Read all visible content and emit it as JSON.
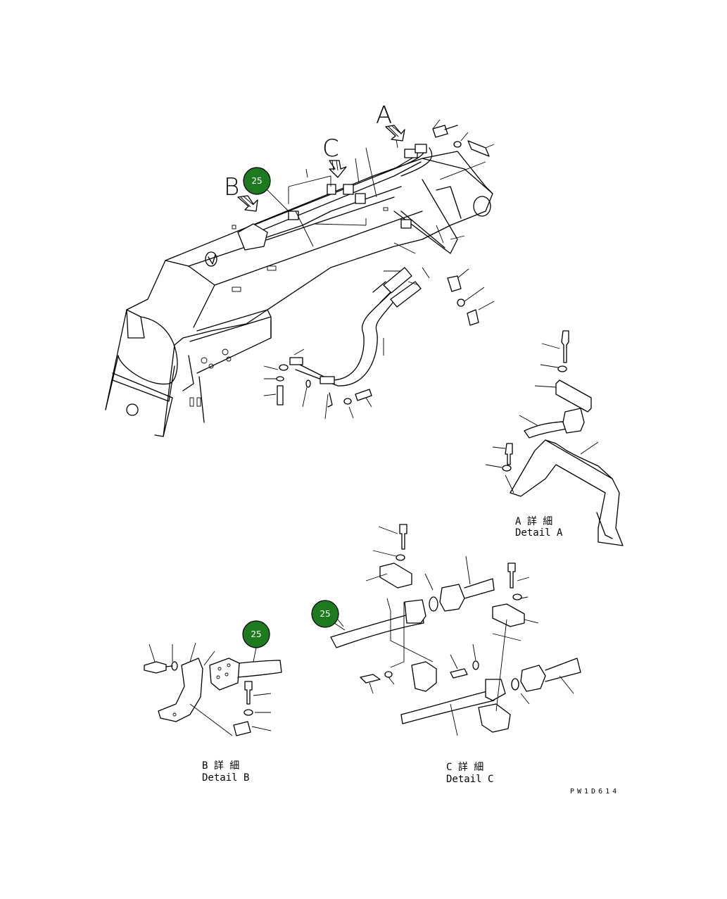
{
  "view_labels": {
    "a": "A",
    "b": "B",
    "c": "C"
  },
  "callouts": {
    "top": "25",
    "detail_b": "25",
    "detail_c": "25"
  },
  "callout_color": "#1e7a1e",
  "details": {
    "a": {
      "jp": "A 詳 細",
      "en": "Detail A"
    },
    "b": {
      "jp": "B 詳 細",
      "en": "Detail B"
    },
    "c": {
      "jp": "C 詳 細",
      "en": "Detail C"
    }
  },
  "drawing_code": "PW1D614"
}
